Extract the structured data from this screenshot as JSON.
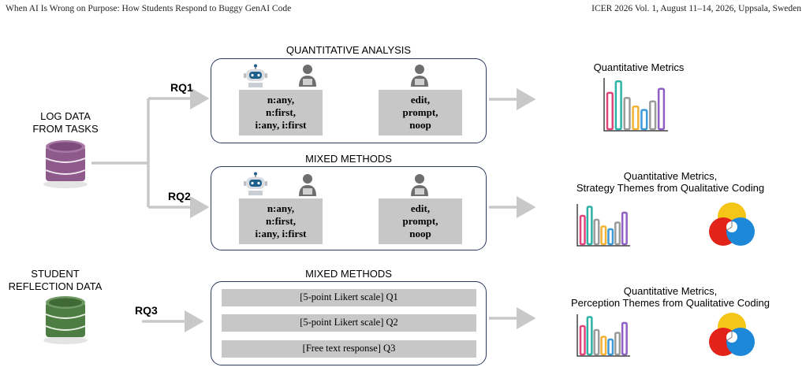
{
  "header": {
    "left": "When AI Is Wrong on Purpose: How Students Respond to Buggy GenAI Code",
    "right": "ICER 2026 Vol. 1, August 11–14, 2026, Uppsala, Sweden"
  },
  "sources": {
    "log_data": [
      "LOG DATA",
      "FROM TASKS"
    ],
    "reflection_data": [
      "STUDENT",
      "REFLECTION DATA"
    ]
  },
  "rq_labels": {
    "rq1": "RQ1",
    "rq2": "RQ2",
    "rq3": "RQ3"
  },
  "panels": {
    "rq1_title": "QUANTITATIVE ANALYSIS",
    "rq2_title": "MIXED METHODS",
    "rq3_title": "MIXED METHODS"
  },
  "condition_box": [
    "n:any,",
    "n:first,",
    "i:any, i:first"
  ],
  "action_box": [
    "edit,",
    "prompt,",
    "noop"
  ],
  "rq3_items": [
    "[5-point Likert scale] Q1",
    "[5-point Likert scale] Q2",
    "[Free text response] Q3"
  ],
  "outputs": {
    "rq1": "Quantitative Metrics",
    "rq2": [
      "Quantitative Metrics,",
      "Strategy Themes from Qualitative Coding"
    ],
    "rq3": [
      "Quantitative Metrics,",
      "Perception Themes from Qualitative Coding"
    ]
  },
  "colors": {
    "panel_border": "#2d3a5e",
    "gray_box": "#c7c7c7",
    "arrow": "#c8c8c8",
    "log_db": "#8e5a8c",
    "reflection_db": "#4e7d43",
    "bars": [
      "#e0457b",
      "#2db3a6",
      "#9b9b9b",
      "#f2b233",
      "#3a9ad9",
      "#9b9b9b",
      "#8e5fc7"
    ],
    "venn": [
      "#f5c518",
      "#e2231a",
      "#1d87d8"
    ]
  },
  "icons": [
    "database-icon",
    "robot-icon",
    "person-icon",
    "bar-chart-icon",
    "venn-diagram-icon"
  ]
}
